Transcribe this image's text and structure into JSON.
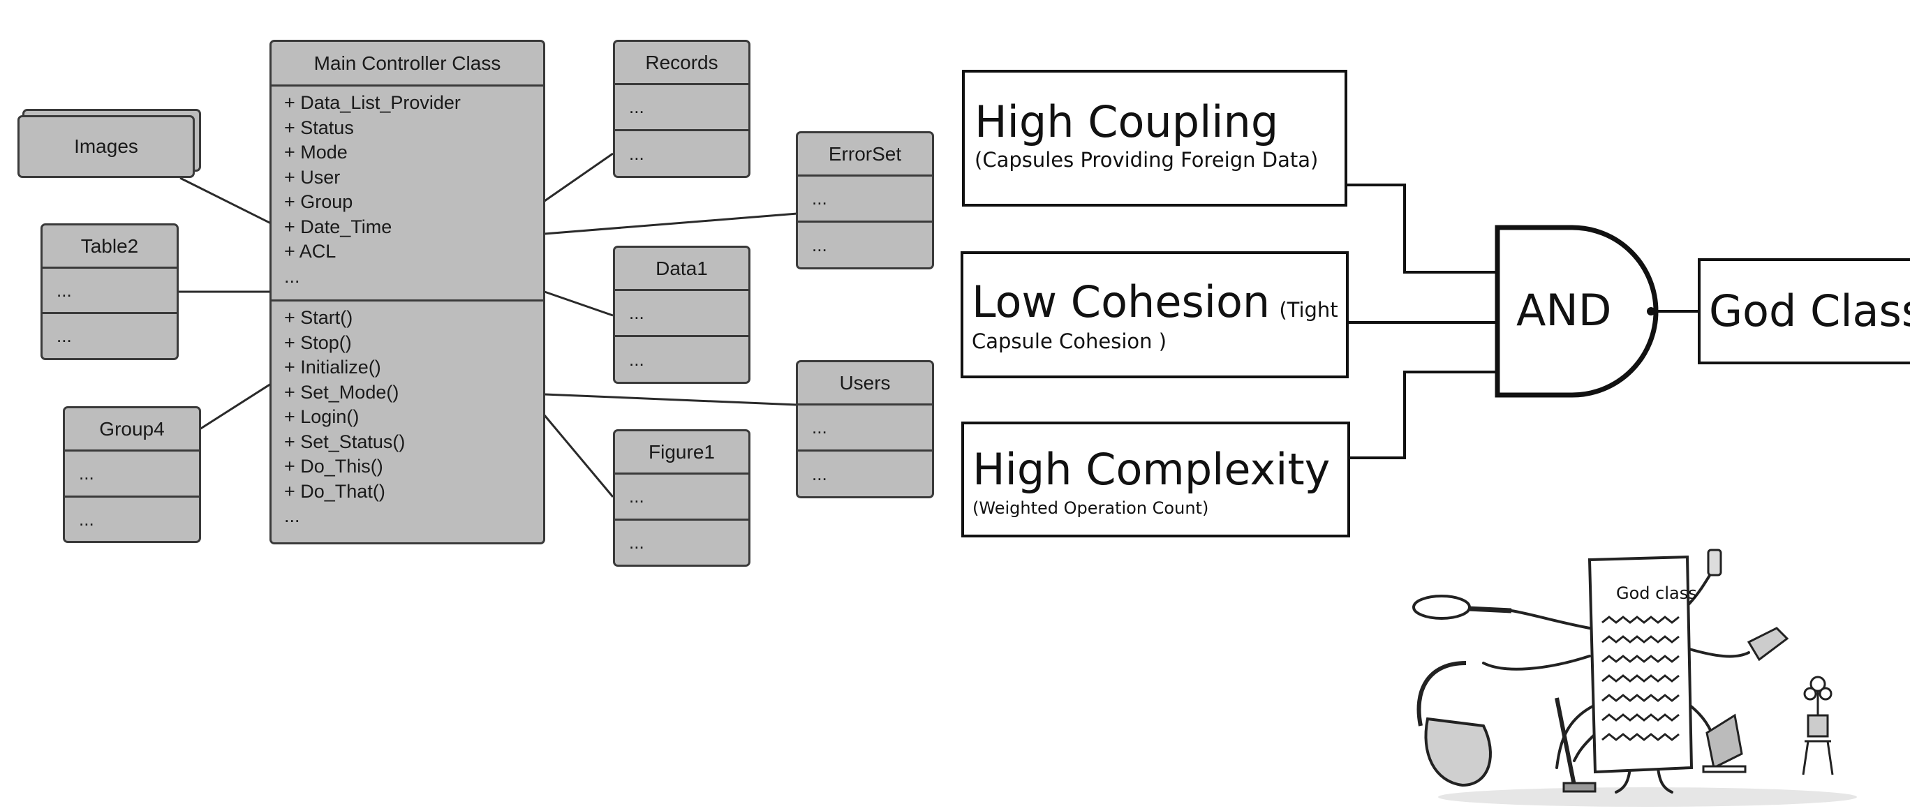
{
  "uml": {
    "main": {
      "title": "Main Controller Class",
      "attributes": [
        "+ Data_List_Provider",
        "+ Status",
        "+ Mode",
        "+ User",
        "+ Group",
        "+ Date_Time",
        "+ ACL",
        "..."
      ],
      "methods": [
        "+ Start()",
        "+ Stop()",
        "+ Initialize()",
        "+ Set_Mode()",
        "+ Login()",
        "+ Set_Status()",
        "+ Do_This()",
        "+ Do_That()",
        "..."
      ]
    },
    "images": {
      "title": "Images"
    },
    "table2": {
      "title": "Table2",
      "rows": [
        "...",
        "..."
      ]
    },
    "group4": {
      "title": "Group4",
      "rows": [
        "...",
        "..."
      ]
    },
    "records": {
      "title": "Records",
      "rows": [
        "...",
        "..."
      ]
    },
    "data1": {
      "title": "Data1",
      "rows": [
        "...",
        "..."
      ]
    },
    "figure1": {
      "title": "Figure1",
      "rows": [
        "...",
        "..."
      ]
    },
    "errorset": {
      "title": "ErrorSet",
      "rows": [
        "...",
        "..."
      ]
    },
    "users": {
      "title": "Users",
      "rows": [
        "...",
        "..."
      ]
    }
  },
  "logic": {
    "coupling": {
      "title": "High Coupling",
      "note": "(Capsules Providing Foreign Data)"
    },
    "cohesion": {
      "title": "Low Cohesion",
      "note_a": "(Tight",
      "note_b": "Capsule Cohesion )"
    },
    "complexity": {
      "title": "High Complexity",
      "note": "(Weighted Operation Count)"
    },
    "gate": "AND",
    "result": "God Class"
  },
  "illustration": {
    "label": "God class"
  }
}
